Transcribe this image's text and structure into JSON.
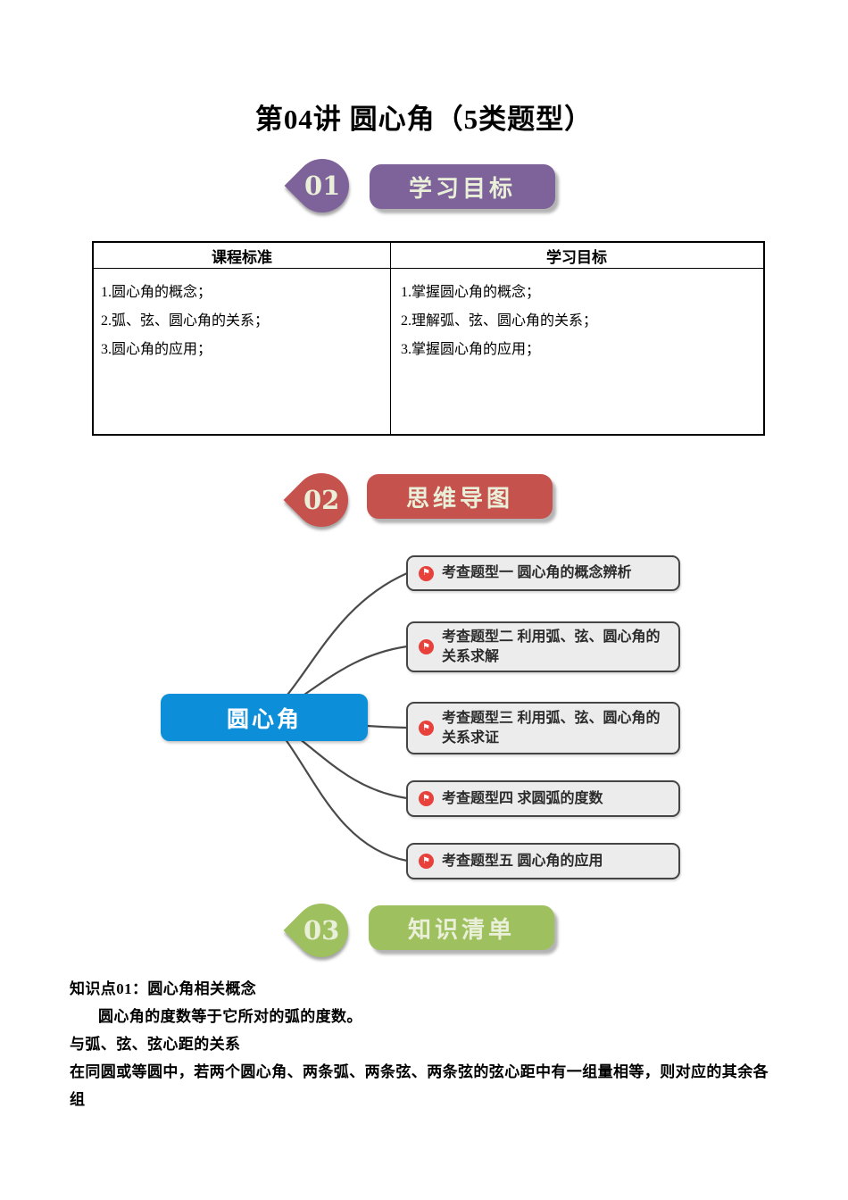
{
  "title": "第04讲 圆心角（5类题型）",
  "sections": [
    {
      "number": "01",
      "label": "学习目标",
      "color": "#7e639a"
    },
    {
      "number": "02",
      "label": "思维导图",
      "color": "#c6524d"
    },
    {
      "number": "03",
      "label": "知识清单",
      "color": "#9fc05e"
    }
  ],
  "table": {
    "headers": [
      "课程标准",
      "学习目标"
    ],
    "columns": [
      [
        "1.圆心角的概念；",
        "2.弧、弦、圆心角的关系；",
        "3.圆心角的应用；"
      ],
      [
        "1.掌握圆心角的概念；",
        "2.理解弧、弦、圆心角的关系；",
        "3.掌握圆心角的应用；"
      ]
    ]
  },
  "mindmap": {
    "root": "圆心角",
    "root_color": "#0c8ed8",
    "node_bg": "#ececec",
    "line_color": "#4a4a4a",
    "flag_color": "#e8413b",
    "nodes": [
      "考查题型一 圆心角的概念辨析",
      "考查题型二 利用弧、弦、圆心角的关系求解",
      "考查题型三 利用弧、弦、圆心角的关系求证",
      "考查题型四 求圆弧的度数",
      "考查题型五 圆心角的应用"
    ]
  },
  "icons": {
    "flag": "⚑"
  },
  "knowledge": {
    "heading": "知识点01：圆心角相关概念",
    "line1": "圆心角的度数等于它所对的弧的度数。",
    "line2": "与弧、弦、弦心距的关系",
    "line3": "在同圆或等圆中，若两个圆心角、两条弧、两条弦、两条弦的弦心距中有一组量相等，则对应的其余各组"
  }
}
